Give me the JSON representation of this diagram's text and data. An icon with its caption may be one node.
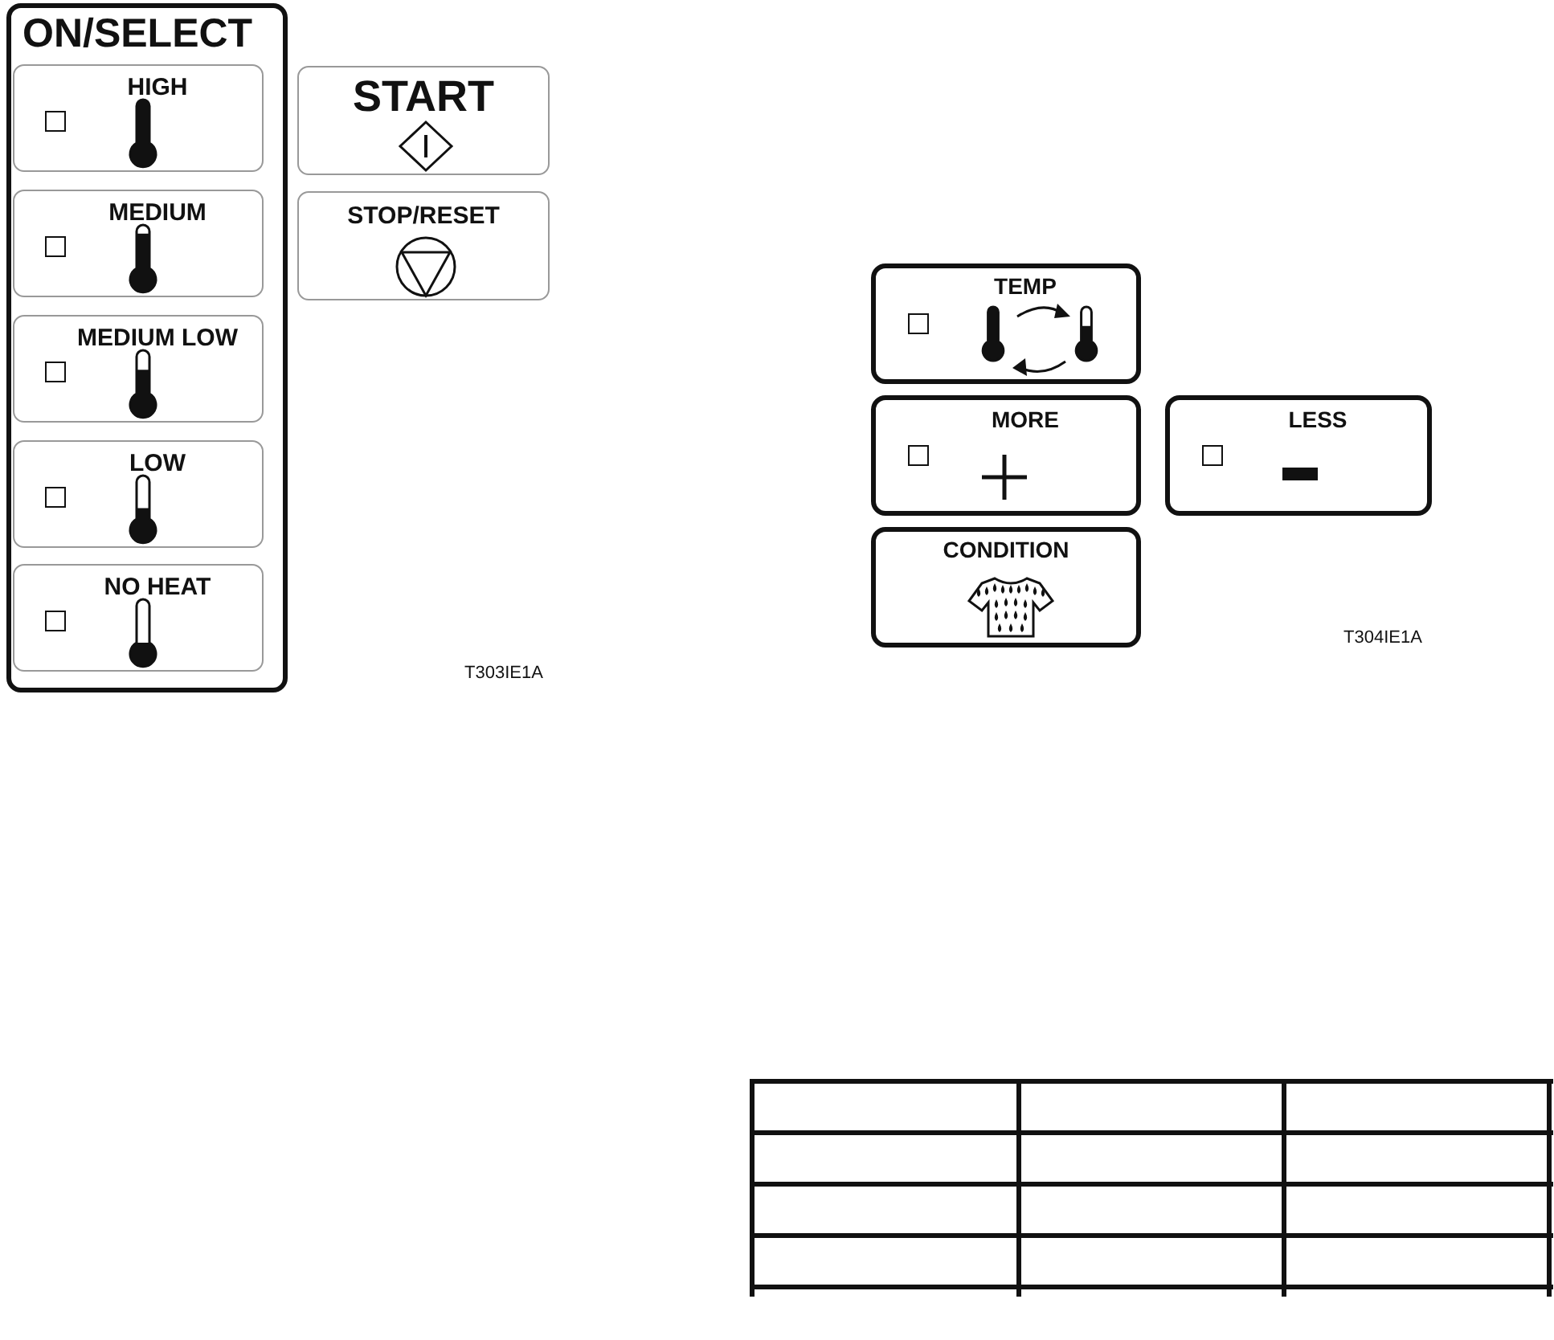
{
  "diagram": {
    "nodes": [
      {
        "text": [
          "ON/SELECT"
        ]
      },
      {
        "text": [
          "HIGH"
        ],
        "in": 0
      },
      {
        "text": [
          "MEDIUM"
        ],
        "in": 0
      },
      {
        "text": [
          "MEDIUM LOW"
        ],
        "in": 0
      },
      {
        "text": [
          "LOW"
        ],
        "in": 0
      },
      {
        "text": [
          "NO HEAT"
        ],
        "in": 0
      },
      {
        "text": [
          "START"
        ]
      },
      {
        "text": [
          "STOP/RESET"
        ]
      },
      {
        "text": [
          "TEMP"
        ]
      },
      {
        "text": [
          "MORE"
        ]
      },
      {
        "text": [
          "LESS"
        ]
      },
      {
        "text": [
          "CONDITION"
        ]
      }
    ],
    "labels": [
      "T303IE1A",
      "T304IE1A"
    ]
  }
}
